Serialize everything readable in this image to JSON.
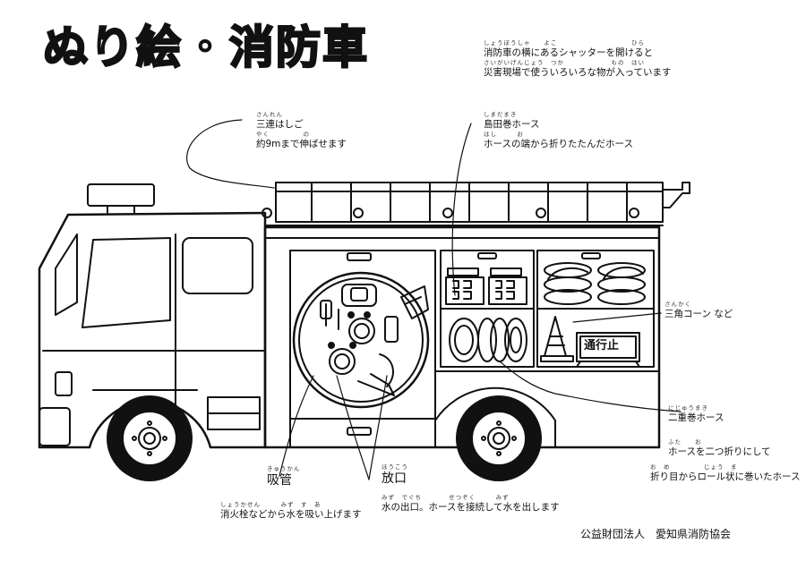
{
  "title": "ぬり絵・消防車",
  "shutter_note": {
    "ruby": "しょうぼうしゃ　　よこ　　　　　　　　　　　ひら",
    "line1": "消防車の横にあるシャッターを開けると",
    "ruby2": "さいがいげんじょう　つか　　　　　　　もの　はい",
    "line2": "災害現場で使ういろいろな物が入っています"
  },
  "ladder": {
    "ruby": "さんれん",
    "name": "三連はしご",
    "ruby2": "やく　　　　　の",
    "desc": "約9mまで伸ばせます"
  },
  "hose_roll": {
    "ruby": "しまだまき",
    "name": "島田巻ホース",
    "ruby2": "はし　　　お",
    "desc": "ホースの端から折りたたんだホース"
  },
  "cone": {
    "ruby": "さんかく",
    "name": "三角コーン など",
    "sign": "通行止"
  },
  "double_hose": {
    "ruby": "にじゅうまき",
    "name": "二重巻ホース",
    "ruby2": "ふた　　お",
    "desc1": "ホースを二つ折りにして",
    "ruby3": "お　め　　　　　じょう　ま",
    "desc2": "折り目からロール状に巻いたホース"
  },
  "suction": {
    "ruby": "きゅうかん",
    "name": "吸管",
    "ruby2": "しょうかせん　　　みず　す　あ",
    "desc": "消火栓などから水を吸い上げます"
  },
  "outlet": {
    "ruby": "ほうこう",
    "name": "放口",
    "ruby2": "みず　でぐち　　　　せつぞく　　　みず",
    "desc": "水の出口。ホースを接続して水を出します"
  },
  "footer": "公益財団法人　愛知県消防協会"
}
